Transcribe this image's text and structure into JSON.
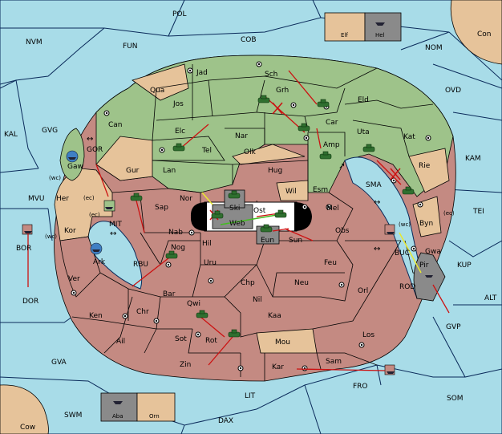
{
  "colors": {
    "sea": "#a8dce8",
    "green": "#9ec38a",
    "red": "#c48a82",
    "tan": "#e6c39a",
    "grey": "#8a8a8a",
    "order_arrow": "#cc1111",
    "support_line": "#e8e830",
    "convoy_line": "#44bb22"
  },
  "sea_labels": [
    "POL",
    "NVM",
    "FUN",
    "COB",
    "NOM",
    "Con",
    "OVD",
    "KAL",
    "GVG",
    "KAM",
    "MVU",
    "SMA",
    "TEI",
    "BOR",
    "MIT",
    "RBU",
    "BUC",
    "KUP",
    "DOR",
    "ROD",
    "ALT",
    "GVP",
    "GVA",
    "FRO",
    "LIT",
    "SOM",
    "SWM",
    "DAX",
    "Cow"
  ],
  "land_labels": [
    "Jad",
    "Sch",
    "Qua",
    "Grh",
    "Jos",
    "Eld",
    "Can",
    "Car",
    "Elc",
    "Nar",
    "Uta",
    "Kat",
    "Tel",
    "Olk",
    "Amp",
    "Gur",
    "Lan",
    "Hug",
    "Rie",
    "Gaw",
    "GOR",
    "Ski",
    "Wil",
    "Esm",
    "Her",
    "Nor",
    "Sap",
    "Web",
    "Ost",
    "Mel",
    "Byn",
    "Kor",
    "Nab",
    "Eun",
    "Sun",
    "Obs",
    "Ark",
    "Nog",
    "Hil",
    "Gwa",
    "Uru",
    "Feu",
    "Pir",
    "Ver",
    "Chp",
    "Neu",
    "Bar",
    "Qwi",
    "Nil",
    "Orl",
    "Ken",
    "Chr",
    "Kaa",
    "Ail",
    "Sot",
    "Rot",
    "Mou",
    "Los",
    "Zin",
    "Kar",
    "Sam",
    "Elf",
    "Hel",
    "Aba",
    "Orn"
  ],
  "coast_tags": [
    "(wc)",
    "(ec)",
    "(ec)",
    "(wc)",
    "(wc)",
    "(ec)"
  ]
}
